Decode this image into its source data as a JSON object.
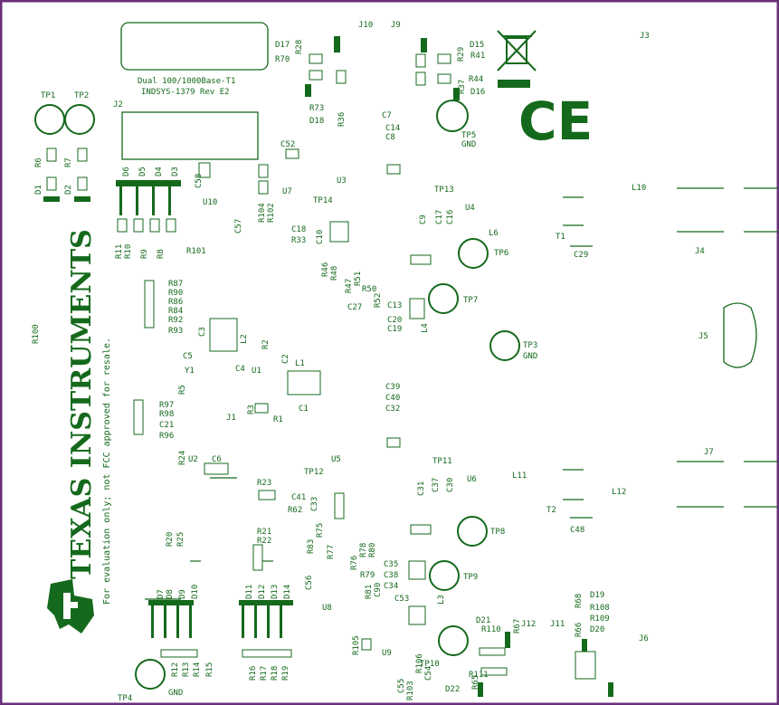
{
  "colors": {
    "silk": "#15691c",
    "border": "#6a2f7a",
    "background": "#ffffff"
  },
  "board": {
    "title": "Dual 100/1000Base-T1",
    "subtitle": "INDSYS-1379 Rev E2",
    "company": "TEXAS INSTRUMENTS",
    "eval_note": "For evaluation only; not FCC approved for resale."
  },
  "logos": [
    "ti-logo",
    "ce-mark",
    "weee-bin-icon"
  ],
  "labels": [
    {
      "t": "J10"
    },
    {
      "t": "J9"
    },
    {
      "t": "J3"
    },
    {
      "t": "D17"
    },
    {
      "t": "R28"
    },
    {
      "t": "R70"
    },
    {
      "t": "D15"
    },
    {
      "t": "R29"
    },
    {
      "t": "R41"
    },
    {
      "t": "R44"
    },
    {
      "t": "R37"
    },
    {
      "t": "D16"
    },
    {
      "t": "TP1"
    },
    {
      "t": "TP2"
    },
    {
      "t": "J2"
    },
    {
      "t": "R73"
    },
    {
      "t": "R36"
    },
    {
      "t": "D18"
    },
    {
      "t": "C7"
    },
    {
      "t": "C14"
    },
    {
      "t": "C8"
    },
    {
      "t": "TP5"
    },
    {
      "t": "GND"
    },
    {
      "t": "R6"
    },
    {
      "t": "R7"
    },
    {
      "t": "D1"
    },
    {
      "t": "D2"
    },
    {
      "t": "D6"
    },
    {
      "t": "D5"
    },
    {
      "t": "D4"
    },
    {
      "t": "D3"
    },
    {
      "t": "C52"
    },
    {
      "t": "C58"
    },
    {
      "t": "U10"
    },
    {
      "t": "C57"
    },
    {
      "t": "R104"
    },
    {
      "t": "R102"
    },
    {
      "t": "U7"
    },
    {
      "t": "U3"
    },
    {
      "t": "TP14"
    },
    {
      "t": "TP13"
    },
    {
      "t": "U4"
    },
    {
      "t": "L10"
    },
    {
      "t": "R11"
    },
    {
      "t": "R10"
    },
    {
      "t": "R9"
    },
    {
      "t": "R8"
    },
    {
      "t": "R101"
    },
    {
      "t": "C18"
    },
    {
      "t": "R33"
    },
    {
      "t": "C10"
    },
    {
      "t": "C9"
    },
    {
      "t": "C17"
    },
    {
      "t": "C16"
    },
    {
      "t": "L6"
    },
    {
      "t": "T1"
    },
    {
      "t": "C29"
    },
    {
      "t": "J4"
    },
    {
      "t": "TP6"
    },
    {
      "t": "R87"
    },
    {
      "t": "R90"
    },
    {
      "t": "R86"
    },
    {
      "t": "R84"
    },
    {
      "t": "R92"
    },
    {
      "t": "R93"
    },
    {
      "t": "R46"
    },
    {
      "t": "R48"
    },
    {
      "t": "R47"
    },
    {
      "t": "R51"
    },
    {
      "t": "R50"
    },
    {
      "t": "C27"
    },
    {
      "t": "R52"
    },
    {
      "t": "C13"
    },
    {
      "t": "TP7"
    },
    {
      "t": "C20"
    },
    {
      "t": "C19"
    },
    {
      "t": "L4"
    },
    {
      "t": "R100"
    },
    {
      "t": "C3"
    },
    {
      "t": "L2"
    },
    {
      "t": "R2"
    },
    {
      "t": "J5"
    },
    {
      "t": "TP3"
    },
    {
      "t": "GND"
    },
    {
      "t": "C5"
    },
    {
      "t": "Y1"
    },
    {
      "t": "C4"
    },
    {
      "t": "U1"
    },
    {
      "t": "C2"
    },
    {
      "t": "L1"
    },
    {
      "t": "R5"
    },
    {
      "t": "C39"
    },
    {
      "t": "C40"
    },
    {
      "t": "C32"
    },
    {
      "t": "R3"
    },
    {
      "t": "C1"
    },
    {
      "t": "J1"
    },
    {
      "t": "R1"
    },
    {
      "t": "R97"
    },
    {
      "t": "R98"
    },
    {
      "t": "C21"
    },
    {
      "t": "R96"
    },
    {
      "t": "U5"
    },
    {
      "t": "TP11"
    },
    {
      "t": "J7"
    },
    {
      "t": "R24"
    },
    {
      "t": "U2"
    },
    {
      "t": "C6"
    },
    {
      "t": "TP12"
    },
    {
      "t": "U6"
    },
    {
      "t": "L11"
    },
    {
      "t": "C31"
    },
    {
      "t": "C37"
    },
    {
      "t": "C30"
    },
    {
      "t": "L12"
    },
    {
      "t": "R23"
    },
    {
      "t": "C41"
    },
    {
      "t": "C33"
    },
    {
      "t": "R62"
    },
    {
      "t": "T2"
    },
    {
      "t": "C48"
    },
    {
      "t": "R20"
    },
    {
      "t": "R25"
    },
    {
      "t": "R21"
    },
    {
      "t": "R22"
    },
    {
      "t": "R75"
    },
    {
      "t": "R83"
    },
    {
      "t": "R77"
    },
    {
      "t": "R76"
    },
    {
      "t": "R78"
    },
    {
      "t": "R80"
    },
    {
      "t": "TP8"
    },
    {
      "t": "C35"
    },
    {
      "t": "C38"
    },
    {
      "t": "C34"
    },
    {
      "t": "R79"
    },
    {
      "t": "C56"
    },
    {
      "t": "TP9"
    },
    {
      "t": "D7"
    },
    {
      "t": "D8"
    },
    {
      "t": "D9"
    },
    {
      "t": "D10"
    },
    {
      "t": "D11"
    },
    {
      "t": "D12"
    },
    {
      "t": "D13"
    },
    {
      "t": "D14"
    },
    {
      "t": "U8"
    },
    {
      "t": "R81"
    },
    {
      "t": "C90"
    },
    {
      "t": "C53"
    },
    {
      "t": "L3"
    },
    {
      "t": "D19"
    },
    {
      "t": "R108"
    },
    {
      "t": "R109"
    },
    {
      "t": "R68"
    },
    {
      "t": "R66"
    },
    {
      "t": "D20"
    },
    {
      "t": "D21"
    },
    {
      "t": "R110"
    },
    {
      "t": "R67"
    },
    {
      "t": "J12"
    },
    {
      "t": "J11"
    },
    {
      "t": "J6"
    },
    {
      "t": "R105"
    },
    {
      "t": "U9"
    },
    {
      "t": "TP10"
    },
    {
      "t": "R106"
    },
    {
      "t": "R12"
    },
    {
      "t": "R13"
    },
    {
      "t": "R14"
    },
    {
      "t": "R15"
    },
    {
      "t": "R16"
    },
    {
      "t": "R17"
    },
    {
      "t": "R18"
    },
    {
      "t": "R19"
    },
    {
      "t": "C55"
    },
    {
      "t": "R103"
    },
    {
      "t": "C54"
    },
    {
      "t": "R111"
    },
    {
      "t": "R65"
    },
    {
      "t": "D22"
    },
    {
      "t": "TP4"
    },
    {
      "t": "GND"
    }
  ]
}
